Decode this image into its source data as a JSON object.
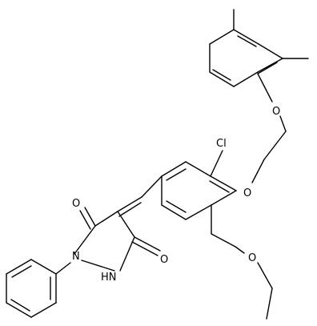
{
  "atoms": {
    "cl": "Cl",
    "o_ether_upper": "O",
    "o_ether_lower": "O",
    "o_ethoxy": "O",
    "o_carbonyl_left": "O",
    "o_carbonyl_right": "O",
    "n_phenyl": "N",
    "nh": "HN"
  },
  "colors": {
    "bond": "#000000",
    "background": "#ffffff"
  }
}
